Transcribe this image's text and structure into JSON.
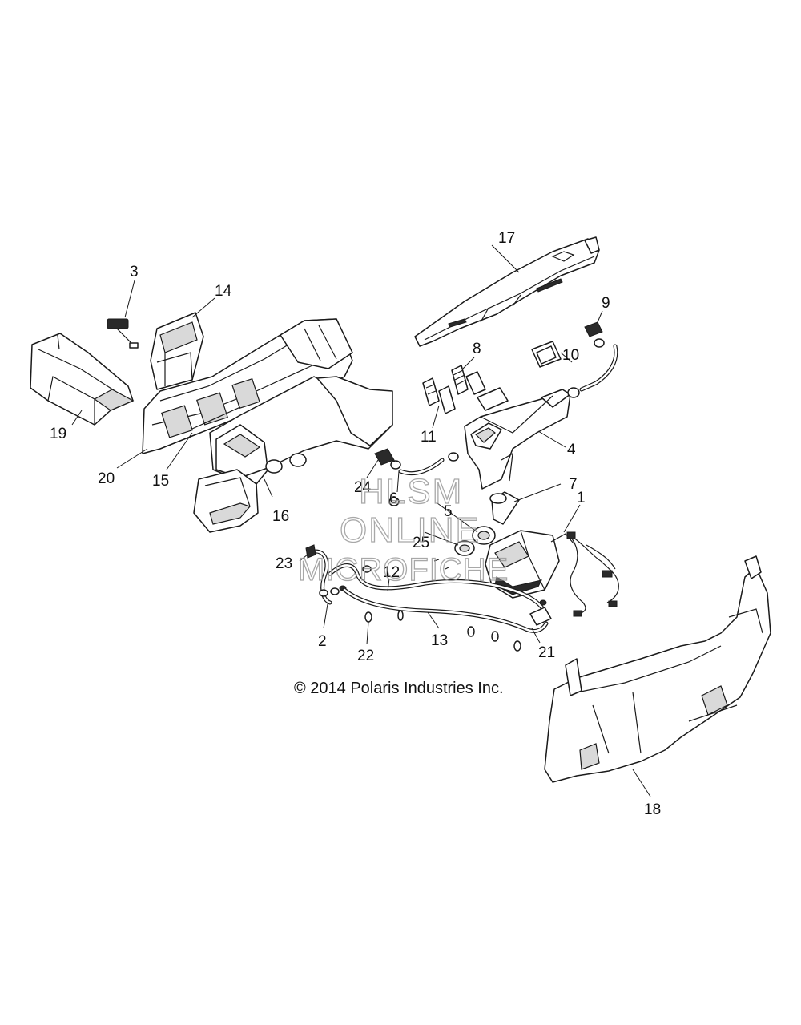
{
  "callouts": {
    "c1": "1",
    "c2": "2",
    "c3": "3",
    "c4": "4",
    "c5": "5",
    "c6": "6",
    "c7": "7",
    "c8": "8",
    "c9": "9",
    "c10": "10",
    "c11": "11",
    "c12": "12",
    "c13": "13",
    "c14": "14",
    "c15": "15",
    "c16": "16",
    "c17": "17",
    "c18": "18",
    "c19": "19",
    "c20": "20",
    "c21": "21",
    "c22": "22",
    "c23": "23",
    "c24": "24",
    "c25": "25"
  },
  "copyright": "© 2014 Polaris Industries Inc.",
  "watermark": {
    "line1": "HLSM",
    "line2": "ONLINE",
    "line3": "MICROFICHE"
  }
}
